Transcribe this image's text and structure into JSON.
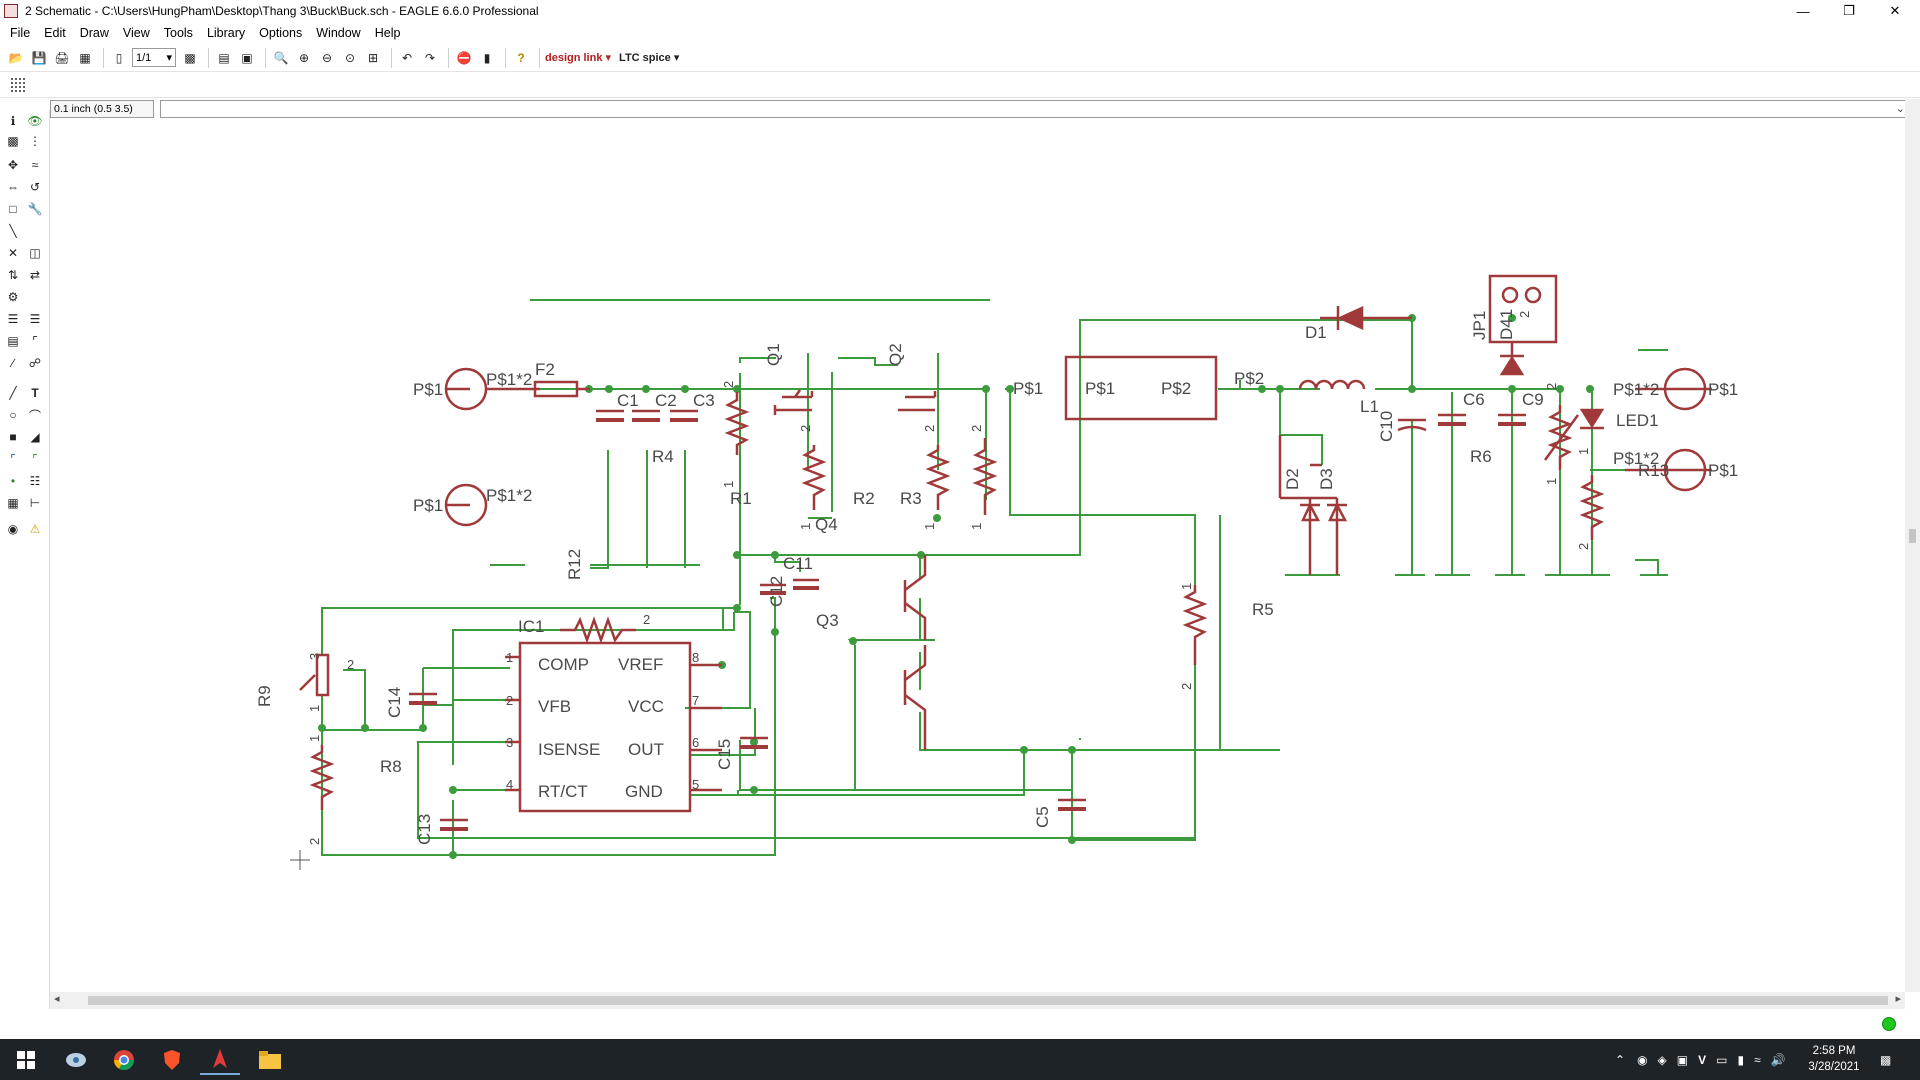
{
  "window": {
    "title": "2 Schematic - C:\\Users\\HungPham\\Desktop\\Thang 3\\Buck\\Buck.sch - EAGLE 6.6.0 Professional",
    "controls": [
      "minimize-icon",
      "restore-icon",
      "close-icon"
    ]
  },
  "menu": [
    "File",
    "Edit",
    "Draw",
    "View",
    "Tools",
    "Library",
    "Options",
    "Window",
    "Help"
  ],
  "toolbar": {
    "sheet_select": "1/1",
    "brand_designlink": "design link",
    "brand_ltc": "LTC spice",
    "help_glyph": "?"
  },
  "command": {
    "coordinate": "0.1 inch (0.5 3.5)",
    "value": ""
  },
  "schematic": {
    "wire_color": "#3c9b3c",
    "symbol_color": "#a03a3a",
    "text_color": "#4a4a4a",
    "parts": {
      "f2": "F2",
      "c1": "C1",
      "c2": "C2",
      "c3": "C3",
      "r4": "R4",
      "r12": "R12",
      "r1": "R1",
      "q1": "Q1",
      "q2": "Q2",
      "r2": "R2",
      "r3": "R3",
      "q4": "Q4",
      "c11": "C11",
      "c12": "C12",
      "q3": "Q3",
      "ic1": "IC1",
      "r9": "R9",
      "c14": "C14",
      "r8": "R8",
      "c13": "C13",
      "c15": "C15",
      "c5": "C5",
      "r5": "R5",
      "d1": "D1",
      "l1": "L1",
      "c10": "C10",
      "d2": "D2",
      "d3": "D3",
      "c6": "C6",
      "c9": "C9",
      "r6": "R6",
      "jp1": "JP1",
      "d41": "D41",
      "led1": "LED1",
      "r13": "R13"
    },
    "ic_pins": {
      "comp": "COMP",
      "vfb": "VFB",
      "isense": "ISENSE",
      "rtct": "RT/CT",
      "vref": "VREF",
      "vcc": "VCC",
      "out": "OUT",
      "gnd": "GND",
      "n1": "1",
      "n2": "2",
      "n3": "3",
      "n4": "4",
      "n5": "5",
      "n6": "6",
      "n7": "7",
      "n8": "8"
    },
    "pads": {
      "ps1": "P$1",
      "ps2": "P$2",
      "ps1_2": "P$1*2"
    },
    "pin_labels": {
      "one": "1",
      "two": "2",
      "three": "3"
    }
  },
  "taskbar": {
    "clock_time": "2:58 PM",
    "clock_date": "3/28/2021",
    "tray_letter": "V"
  }
}
